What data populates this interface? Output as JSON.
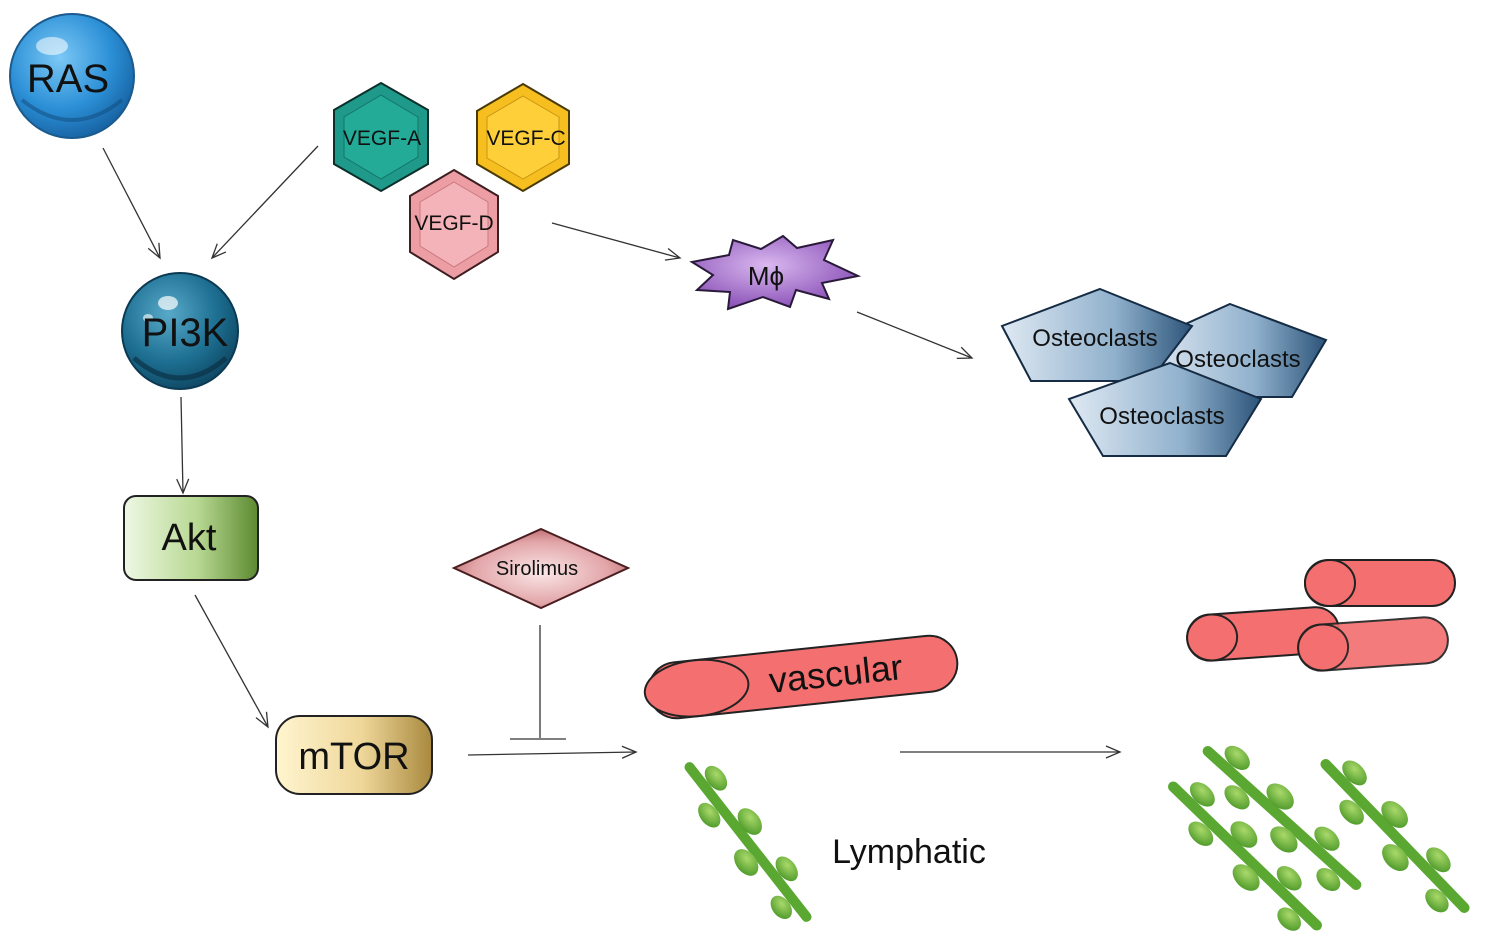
{
  "nodes": {
    "ras": "RAS",
    "pi3k": "PI3K",
    "akt": "Akt",
    "mtor": "mTOR",
    "vegf_a": "VEGF-A",
    "vegf_c": "VEGF-C",
    "vegf_d": "VEGF-D",
    "macrophage": "Mϕ",
    "osteoclast_1": "Osteoclasts",
    "osteoclast_2": "Osteoclasts",
    "osteoclast_3": "Osteoclasts",
    "sirolimus": "Sirolimus",
    "vascular": "vascular",
    "lymphatic": "Lymphatic"
  },
  "colors": {
    "ras": "#2b8fd6",
    "pi3k": "#1d6f92",
    "vegf_a": "#1f9a8a",
    "vegf_c": "#f6bf1f",
    "vegf_d": "#ec9ea4",
    "macrophage": "#a370c9",
    "osteoclast": "#8fb0cc",
    "akt": "#7fa84e",
    "mtor": "#c9a95a",
    "sirolimus": "#c9787c",
    "vessel": "#f47070",
    "lymph": "#6cb33a"
  }
}
